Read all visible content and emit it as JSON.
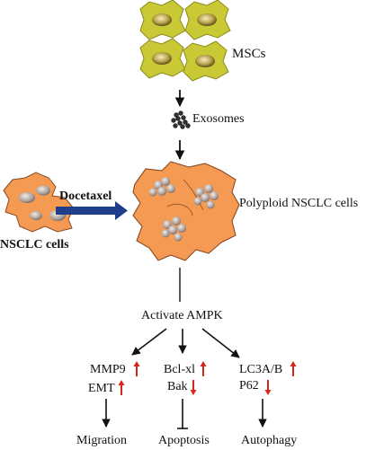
{
  "labels": {
    "mscs": "MSCs",
    "exosomes": "Exosomes",
    "docetaxel": "Docetaxel",
    "nsclc_cells": "NSCLC cells",
    "polyploid": "Polyploid NSCLC cells",
    "activate": "Activate AMPK",
    "mmp9": "MMP9",
    "emt": "EMT",
    "bclxl": "Bcl-xl",
    "bak": "Bak",
    "lc3ab": "LC3A/B",
    "p62": "P62",
    "migration": "Migration",
    "apoptosis": "Apoptosis",
    "autophagy": "Autophagy"
  },
  "colors": {
    "msc_fill": "#c9c835",
    "msc_core": "#b8a84a",
    "nsclc_fill": "#f59a52",
    "nucleus": "#b0a2a0",
    "up_arrow": "#d8251c",
    "down_arrow": "#d8251c",
    "docetaxel_arrow": "#1f3f8a"
  },
  "regulation": {
    "mmp9": "up-arrow-icon",
    "emt": "up-arrow-icon",
    "bclxl": "up-arrow-icon",
    "bak": "down-arrow-icon",
    "lc3ab": "up-arrow-icon",
    "p62": "down-arrow-icon"
  }
}
